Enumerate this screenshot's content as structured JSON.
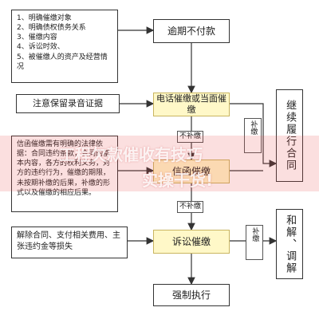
{
  "notes": {
    "top_left": [
      "1、明确催缴对象",
      "2、明确债权债务关系",
      "3、催缴内容",
      "4、诉讼时效、",
      "5、被催缴人的资产及经营情况"
    ],
    "record": "注意保留录音证据",
    "letter": "信函催缴需有明确的法律依据：合同违约条款，合同的基本内容，各方的权利义务，对方的违约行为，催缴的期限，未按期补缴的后果，补缴的形式以及催缴的相应后果。",
    "lawsuit": "解除合同、支付相关费用、主张违约金等损失"
  },
  "boxes": {
    "overdue": "逾期不付款",
    "phone": "电话催缴或当面催缴",
    "letter": "信函催缴",
    "lawsuit": "诉讼催缴",
    "enforce": "强制执行",
    "continue": "继续履行合同",
    "settle": "和解、调解"
  },
  "labels": {
    "no_pay_1": "不补缴",
    "no_pay_2": "不补缴",
    "pay_1": "补缴",
    "pay_2": "补缴"
  },
  "overlay": {
    "line1": "工程欠款催收有技巧",
    "line2": "实操干货!"
  },
  "colors": {
    "yellow": "#fff8c8",
    "overlay": "#eb5050"
  }
}
